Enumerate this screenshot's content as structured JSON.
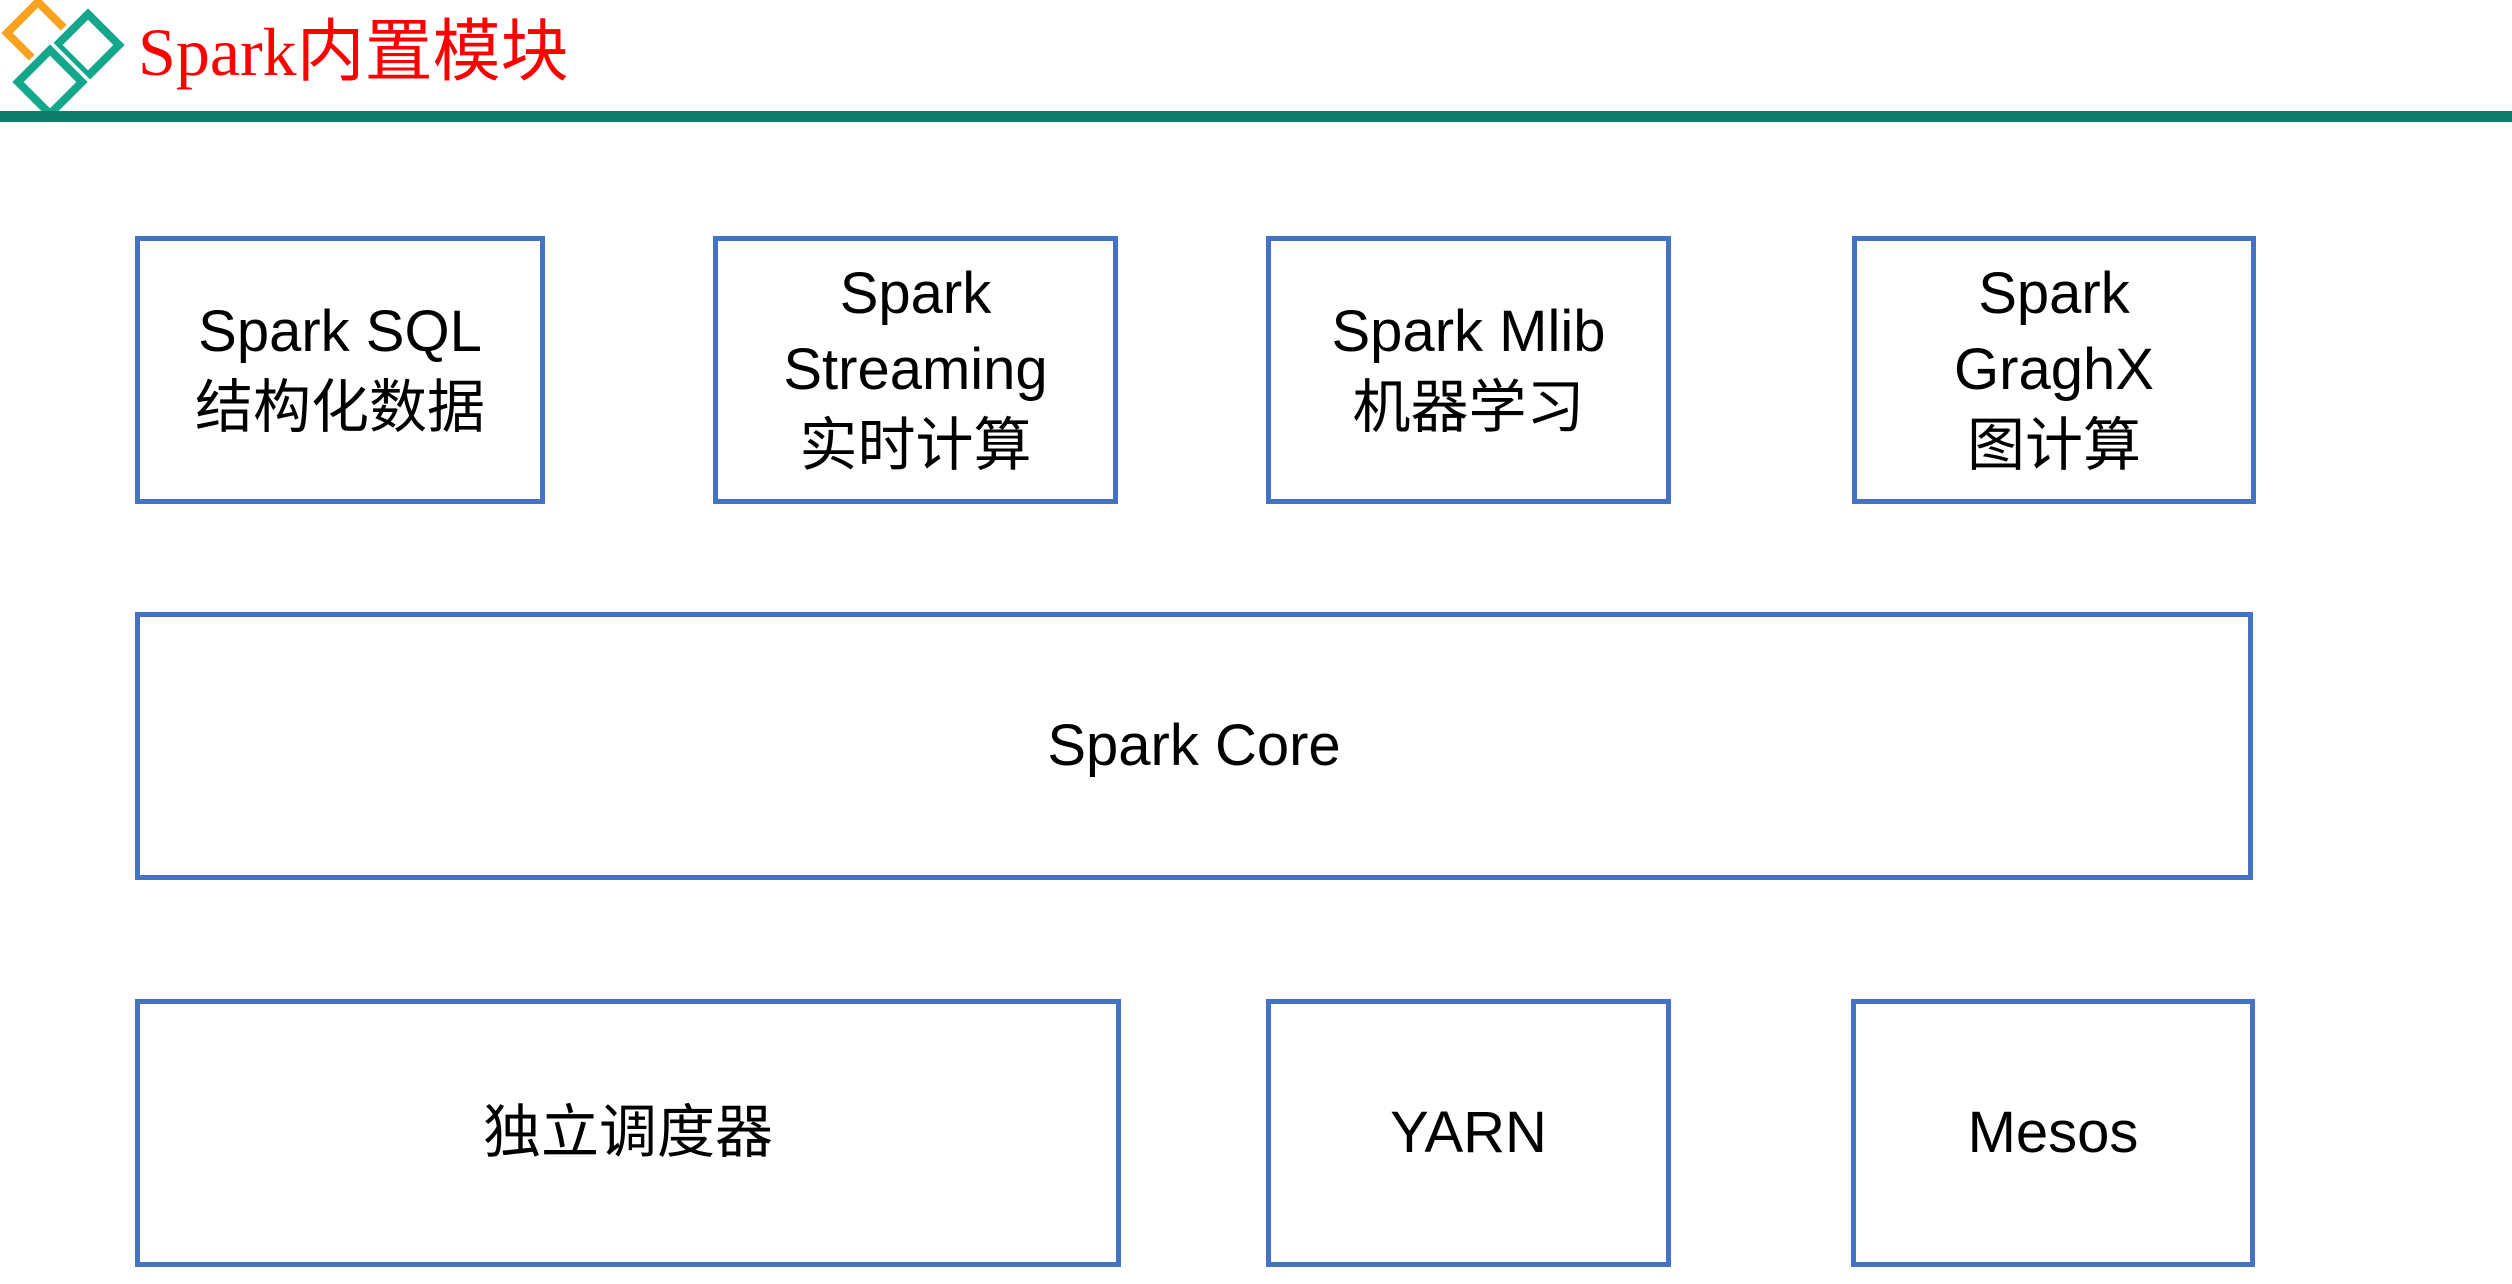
{
  "header": {
    "title": "Spark内置模块",
    "title_color": "#FF0000",
    "divider_color": "#0E7C6B",
    "logo": {
      "icon": "three-diamond-outlines",
      "orange": "#F9A21E",
      "teal": "#14A78C"
    }
  },
  "diagram": {
    "box_border_color": "#4472C4",
    "text_color": "#000000",
    "top_row": [
      {
        "id": "spark-sql",
        "lines": [
          "Spark SQL",
          "结构化数据"
        ]
      },
      {
        "id": "spark-streaming",
        "lines": [
          "Spark",
          "Streaming",
          "实时计算"
        ]
      },
      {
        "id": "spark-mlib",
        "lines": [
          "Spark Mlib",
          "机器学习"
        ]
      },
      {
        "id": "spark-graghx",
        "lines": [
          "Spark",
          "GraghX",
          "图计算"
        ]
      }
    ],
    "core_row": [
      {
        "id": "spark-core",
        "lines": [
          "Spark Core"
        ]
      }
    ],
    "bottom_row": [
      {
        "id": "standalone-scheduler",
        "lines": [
          "独立调度器"
        ]
      },
      {
        "id": "yarn",
        "lines": [
          "YARN"
        ]
      },
      {
        "id": "mesos",
        "lines": [
          "Mesos"
        ]
      }
    ]
  }
}
